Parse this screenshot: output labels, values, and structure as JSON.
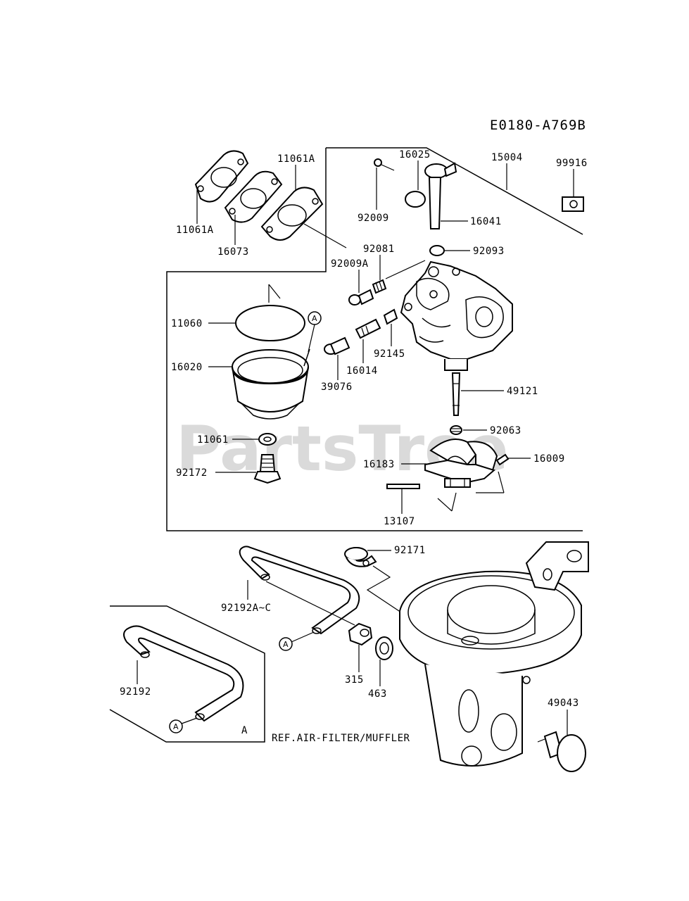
{
  "diagram_code": "E0180-A769B",
  "watermark": "PartsTree",
  "reference_note": "REF.AIR-FILTER/MUFFLER",
  "ref_marker": "A",
  "section_label_a": "A",
  "parts": {
    "p11061A_top": "11061A",
    "p11061A_left": "11061A",
    "p16073": "16073",
    "p16025": "16025",
    "p15004": "15004",
    "p99916": "99916",
    "p92009": "92009",
    "p16041": "16041",
    "p92081": "92081",
    "p92093": "92093",
    "p92009A": "92009A",
    "p11060": "11060",
    "p16020": "16020",
    "p92145": "92145",
    "p16014": "16014",
    "p39076": "39076",
    "p49121": "49121",
    "p11061": "11061",
    "p92063": "92063",
    "p92172": "92172",
    "p16183": "16183",
    "p16009": "16009",
    "p13107": "13107",
    "p92171": "92171",
    "p92192A": "92192A~C",
    "p92192": "92192",
    "p315": "315",
    "p463": "463",
    "p49043": "49043"
  }
}
